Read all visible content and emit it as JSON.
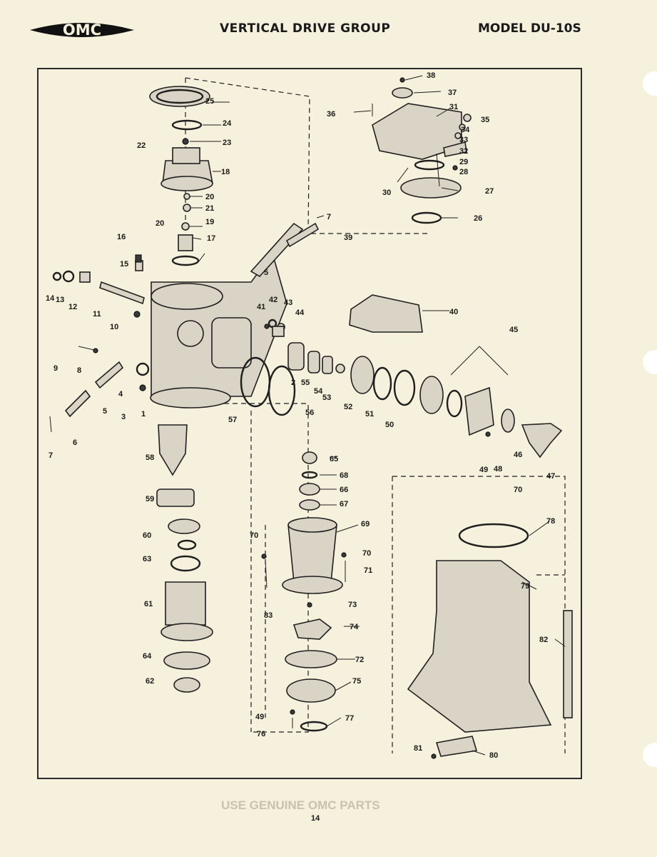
{
  "header": {
    "logo_text": "OMC",
    "title": "VERTICAL DRIVE GROUP",
    "model": "MODEL DU-10S"
  },
  "footer": {
    "page_number": "14",
    "bleed_through_text": "USE GENUINE OMC PARTS"
  },
  "callouts": {
    "c1": "1",
    "c2": "2",
    "c3": "3",
    "c4": "4",
    "c5": "5",
    "c5b": "5",
    "c6": "6",
    "c7": "7",
    "c7b": "7",
    "c8": "8",
    "c9": "9",
    "c10": "10",
    "c11": "11",
    "c12": "12",
    "c13": "13",
    "c14": "14",
    "c15": "15",
    "c16": "16",
    "c17": "17",
    "c18": "18",
    "c19": "19",
    "c20": "20",
    "c20b": "20",
    "c21": "21",
    "c22": "22",
    "c23": "23",
    "c24": "24",
    "c25": "25",
    "c26": "26",
    "c27": "27",
    "c28": "28",
    "c29": "29",
    "c30": "30",
    "c31": "31",
    "c32": "32",
    "c33": "33",
    "c34": "34",
    "c35": "35",
    "c36": "36",
    "c37": "37",
    "c38": "38",
    "c39": "39",
    "c40": "40",
    "c41": "41",
    "c42": "42",
    "c43": "43",
    "c44": "44",
    "c45": "45",
    "c46": "46",
    "c47": "47",
    "c48": "48",
    "c49": "49",
    "c49b": "49",
    "c50": "50",
    "c51": "51",
    "c52": "52",
    "c53": "53",
    "c54": "54",
    "c55": "55",
    "c56": "56",
    "c57": "57",
    "c58": "58",
    "c59": "59",
    "c60": "60",
    "c61": "61",
    "c62": "62",
    "c63": "63",
    "c64": "64",
    "c65": "65",
    "c66": "66",
    "c67": "67",
    "c68": "68",
    "c69": "69",
    "c70": "70",
    "c70b": "70",
    "c70c": "70",
    "c71": "71",
    "c72": "72",
    "c73": "73",
    "c74": "74",
    "c75": "75",
    "c76": "76",
    "c77": "77",
    "c78": "78",
    "c79": "79",
    "c80": "80",
    "c81": "81",
    "c82": "82",
    "c83": "83"
  }
}
